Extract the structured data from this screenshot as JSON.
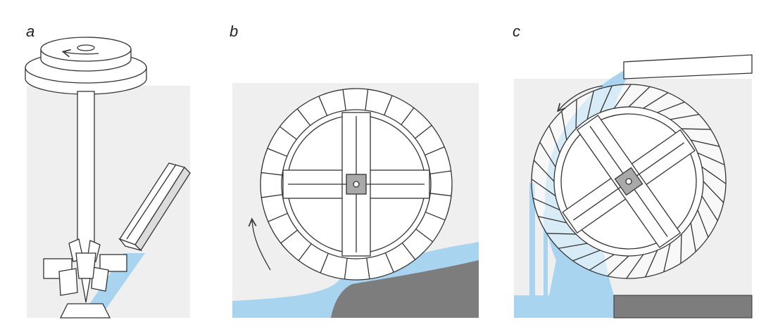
{
  "labels": {
    "a": "a",
    "b": "b",
    "c": "c"
  },
  "colors": {
    "water": "#a8d4ef",
    "ground": "#7d7d7d",
    "shade": "#eeeeee",
    "line": "#333333",
    "hub": "#a9a9a9"
  },
  "panels": [
    {
      "id": "a",
      "icon": "horizontal-water-wheel",
      "rotation_arrow": "counter-clockwise"
    },
    {
      "id": "b",
      "icon": "undershot-water-wheel",
      "rotation_arrow": "clockwise-upward"
    },
    {
      "id": "c",
      "icon": "overshot-water-wheel",
      "rotation_arrow": "counter-clockwise"
    }
  ]
}
